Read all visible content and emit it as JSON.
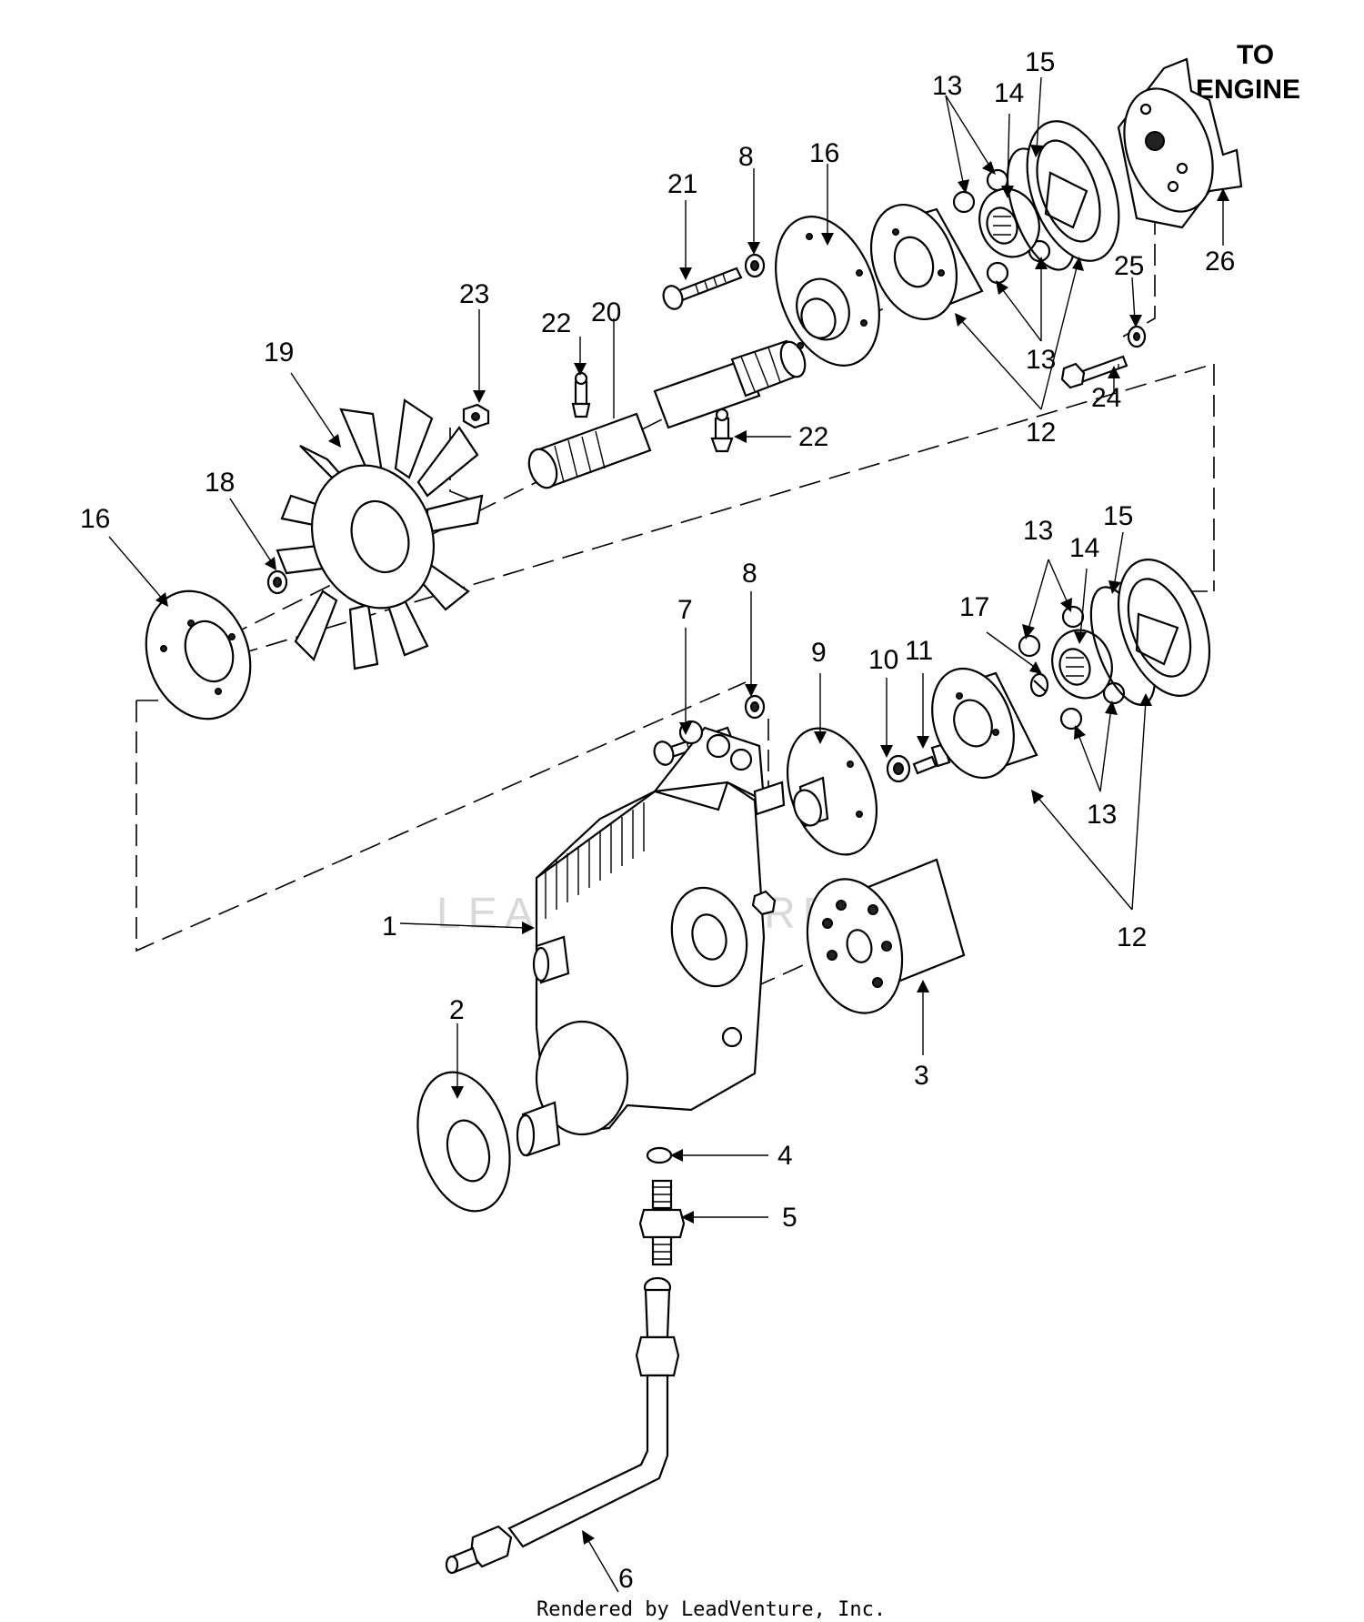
{
  "title_line1": "TO",
  "title_line2": "ENGINE",
  "watermark": "LEADVENTURE",
  "footer": "Rendered by LeadVenture, Inc.",
  "callouts": [
    {
      "id": "c1",
      "text": "1"
    },
    {
      "id": "c2",
      "text": "2"
    },
    {
      "id": "c3",
      "text": "3"
    },
    {
      "id": "c4",
      "text": "4"
    },
    {
      "id": "c5",
      "text": "5"
    },
    {
      "id": "c6",
      "text": "6"
    },
    {
      "id": "c7",
      "text": "7"
    },
    {
      "id": "c8a",
      "text": "8"
    },
    {
      "id": "c8b",
      "text": "8"
    },
    {
      "id": "c9",
      "text": "9"
    },
    {
      "id": "c10",
      "text": "10"
    },
    {
      "id": "c11",
      "text": "11"
    },
    {
      "id": "c12a",
      "text": "12"
    },
    {
      "id": "c12b",
      "text": "12"
    },
    {
      "id": "c13a",
      "text": "13"
    },
    {
      "id": "c13b",
      "text": "13"
    },
    {
      "id": "c13c",
      "text": "13"
    },
    {
      "id": "c13d",
      "text": "13"
    },
    {
      "id": "c14a",
      "text": "14"
    },
    {
      "id": "c14b",
      "text": "14"
    },
    {
      "id": "c15a",
      "text": "15"
    },
    {
      "id": "c15b",
      "text": "15"
    },
    {
      "id": "c16a",
      "text": "16"
    },
    {
      "id": "c16b",
      "text": "16"
    },
    {
      "id": "c17",
      "text": "17"
    },
    {
      "id": "c18",
      "text": "18"
    },
    {
      "id": "c19",
      "text": "19"
    },
    {
      "id": "c20",
      "text": "20"
    },
    {
      "id": "c21",
      "text": "21"
    },
    {
      "id": "c22a",
      "text": "22"
    },
    {
      "id": "c22b",
      "text": "22"
    },
    {
      "id": "c23",
      "text": "23"
    },
    {
      "id": "c24",
      "text": "24"
    },
    {
      "id": "c25",
      "text": "25"
    },
    {
      "id": "c26",
      "text": "26"
    }
  ]
}
